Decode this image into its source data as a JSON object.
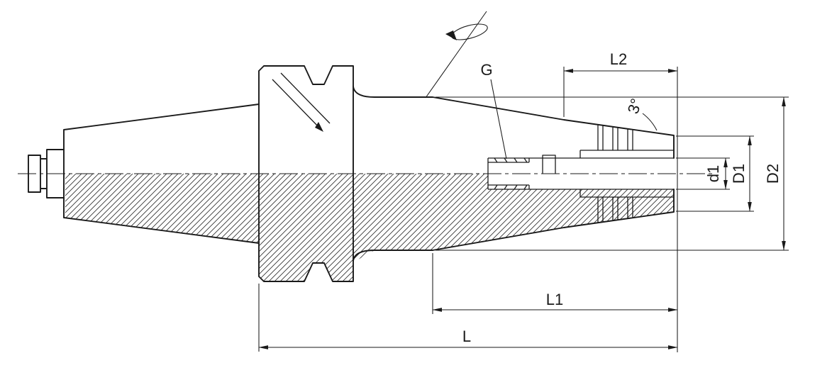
{
  "diagram": {
    "type": "technical-drawing",
    "subject": "tool-holder-collet-chuck-half-section",
    "colors": {
      "line": "#1a1a1a",
      "background": "#ffffff"
    },
    "labels": {
      "L": "L",
      "L1": "L1",
      "L2": "L2",
      "G": "G",
      "angle": "3°",
      "d1": "d1",
      "D1": "D1",
      "D2": "D2"
    }
  }
}
